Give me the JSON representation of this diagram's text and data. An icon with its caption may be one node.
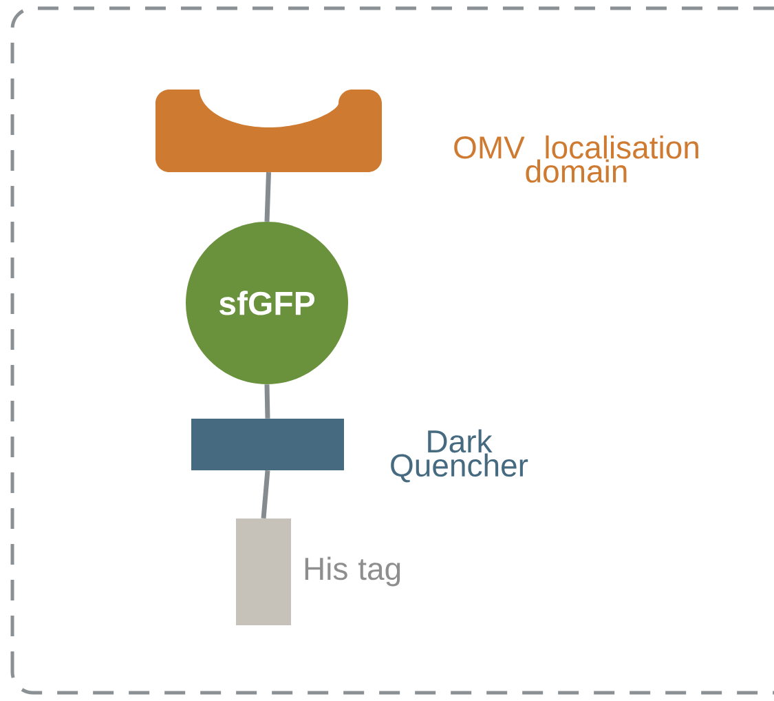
{
  "diagram": {
    "nodes": [
      {
        "text": [],
        "shape": "cup",
        "beside": [
          "OMV localisation domain"
        ]
      },
      {
        "text": [
          "sfGFP"
        ]
      },
      {
        "text": [],
        "shape": "bar",
        "beside": [
          "Dark Quencher"
        ]
      },
      {
        "text": [],
        "shape": "box",
        "beside": [
          "His tag"
        ]
      }
    ],
    "edges": [
      {
        "from": 0,
        "to": 1,
        "arrow": "none"
      },
      {
        "from": 1,
        "to": 2,
        "arrow": "none"
      },
      {
        "from": 2,
        "to": 3,
        "arrow": "none"
      }
    ]
  }
}
